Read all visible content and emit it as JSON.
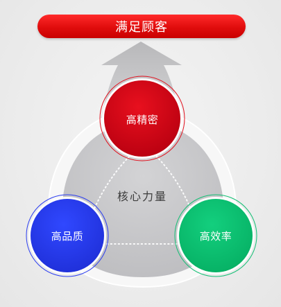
{
  "banner": {
    "label": "满足顾客"
  },
  "center": {
    "label": "核心力量"
  },
  "nodes": {
    "top": {
      "label": "高精密",
      "color": "#d6000f"
    },
    "left": {
      "label": "高品质",
      "color": "#2a3cf2"
    },
    "right": {
      "label": "高效率",
      "color": "#0fc476"
    }
  },
  "colors": {
    "banner": "#e30a0a",
    "core": "#c5c5c7",
    "ring": "#ffffff",
    "arrow": "#c9c9cb"
  },
  "icons": {
    "arrow": "up-arrow-icon"
  }
}
